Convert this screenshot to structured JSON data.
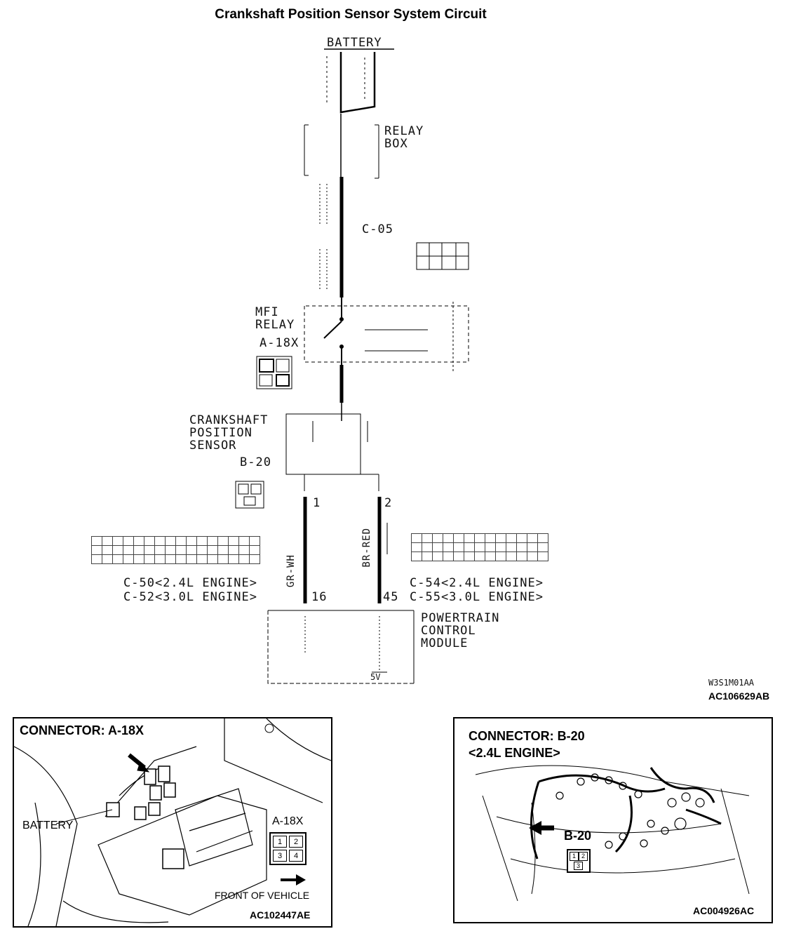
{
  "title": "Crankshaft Position Sensor System Circuit",
  "diagram": {
    "battery": "BATTERY",
    "relay_box": [
      "RELAY",
      "BOX"
    ],
    "connector_c05": "C-05",
    "mfi_relay": [
      "MFI",
      "RELAY"
    ],
    "mfi_relay_connector": "A-18X",
    "sensor": [
      "CRANKSHAFT",
      "POSITION",
      "SENSOR"
    ],
    "sensor_connector": "B-20",
    "wire_left": "GR-WH",
    "wire_right": "BR-RED",
    "pin_1": "1",
    "pin_2": "2",
    "pin_16": "16",
    "pin_45": "45",
    "pcm_connector_left": [
      "C-50<2.4L ENGINE>",
      "C-52<3.0L ENGINE>"
    ],
    "pcm_connector_right": [
      "C-54<2.4L ENGINE>",
      "C-55<3.0L ENGINE>"
    ],
    "pcm": [
      "POWERTRAIN",
      "CONTROL",
      "MODULE"
    ],
    "pcm_voltage": "5V",
    "codes": [
      "W3S1M01AA",
      "AC106629AB"
    ]
  },
  "panel_a": {
    "heading": "CONNECTOR: A-18X",
    "battery_label": "BATTERY",
    "connector_label": "A-18X",
    "pins": [
      "1",
      "2",
      "3",
      "4"
    ],
    "front_label": "FRONT OF VEHICLE",
    "code": "AC102447AE"
  },
  "panel_b": {
    "heading": [
      "CONNECTOR: B-20",
      "<2.4L ENGINE>"
    ],
    "connector_label": "B-20",
    "pins": [
      "1",
      "2",
      "3"
    ],
    "code": "AC004926AC"
  }
}
